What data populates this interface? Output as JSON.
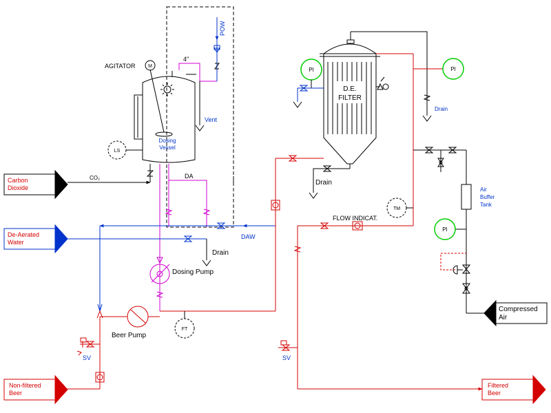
{
  "title": "",
  "colors": {
    "line": "#000000",
    "beer": "#d40000",
    "water": "#0033cc",
    "dosing": "#d000d0",
    "pressure_indicator": "#00cc00"
  },
  "inputs": {
    "carbon_dioxide": [
      "Carbon",
      "Dioxide"
    ],
    "deaerated_water": [
      "De-Aerated",
      "Water"
    ],
    "non_filtered_beer": [
      "Non-filtered",
      "Beer"
    ],
    "compressed_air": [
      "Compressed",
      "Air"
    ]
  },
  "outputs": {
    "filtered_beer": [
      "Filtered",
      "Beer"
    ]
  },
  "labels": {
    "agitator": "AGITATOR",
    "motor": "M",
    "pipe_size": "4\"",
    "pow": "POW",
    "vent": "Vent",
    "dosing_vessel": [
      "Dosing",
      "Vessel"
    ],
    "level_switch": "LS",
    "co2": "CO₂",
    "da": "DA",
    "daw": "DAW",
    "drain_left": "Drain",
    "dosing_pump": "Dosing  Pump",
    "beer_pump": "Beer  Pump",
    "flow_transmitter": "FT",
    "sv_left": "SV",
    "sv_mid": "SV",
    "filter": [
      "D.E.",
      "FILTER"
    ],
    "pi_left": "PI",
    "pi_right": "PI",
    "pi_air": "PI",
    "drain_right": "Drain",
    "drain_filter": "Drain",
    "temperature": "TM",
    "flow_indicator": "FLOW  INDICAT.",
    "air_buffer_tank": [
      "Air",
      "Buffer",
      "Tank"
    ]
  }
}
